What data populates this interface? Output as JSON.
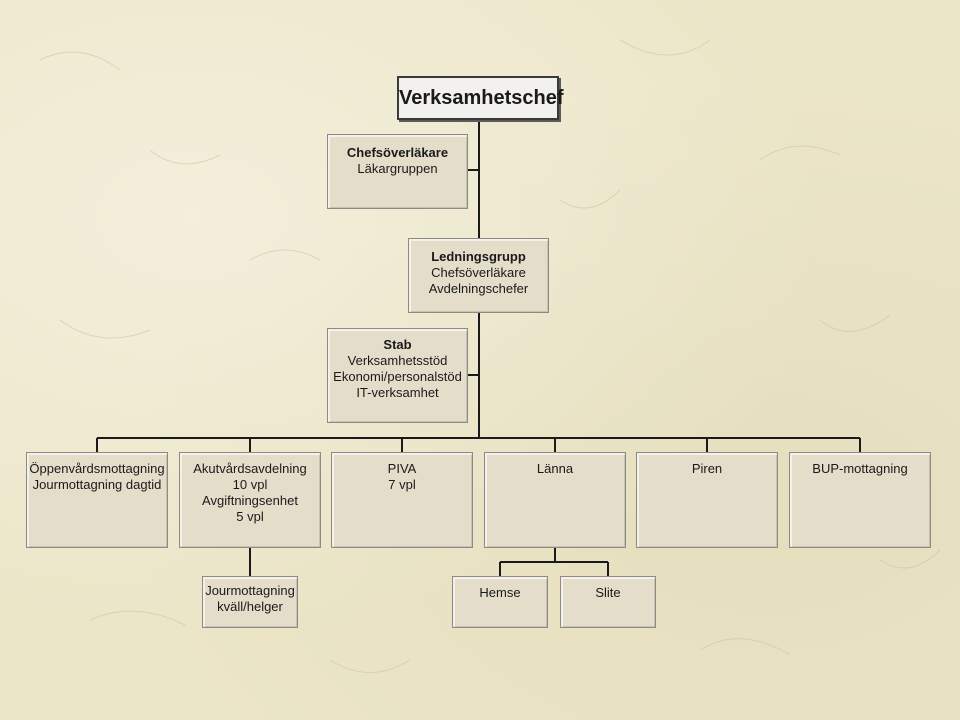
{
  "chart": {
    "root": {
      "title": "Verksamhetschef"
    },
    "chefsoverlakare": {
      "title": "Chefsöverläkare",
      "lines": [
        "Läkargruppen"
      ]
    },
    "ledningsgrupp": {
      "title": "Ledningsgrupp",
      "lines": [
        "Chefsöverläkare",
        "Avdelningschefer"
      ]
    },
    "stab": {
      "title": "Stab",
      "lines": [
        "Verksamhetsstöd",
        "Ekonomi/personalstöd",
        "IT-verksamhet"
      ]
    },
    "units": [
      {
        "lines": [
          "Öppenvårdsmottagning",
          "Jourmottagning dagtid"
        ]
      },
      {
        "lines": [
          "Akutvårdsavdelning",
          "10 vpl",
          "Avgiftningsenhet",
          "5 vpl"
        ]
      },
      {
        "lines": [
          "PIVA",
          "7 vpl"
        ]
      },
      {
        "lines": [
          "Länna"
        ]
      },
      {
        "lines": [
          "Piren"
        ]
      },
      {
        "lines": [
          "BUP-mottagning"
        ]
      }
    ],
    "sub_akut": {
      "lines": [
        "Jourmottagning",
        "kväll/helger"
      ]
    },
    "sub_lanna": [
      {
        "lines": [
          "Hemse"
        ]
      },
      {
        "lines": [
          "Slite"
        ]
      }
    ]
  },
  "colors": {
    "background": "#ece6c8",
    "box_fill": "#e3ddca",
    "box_border": "#8c8a84",
    "line": "#1a1a1a"
  }
}
